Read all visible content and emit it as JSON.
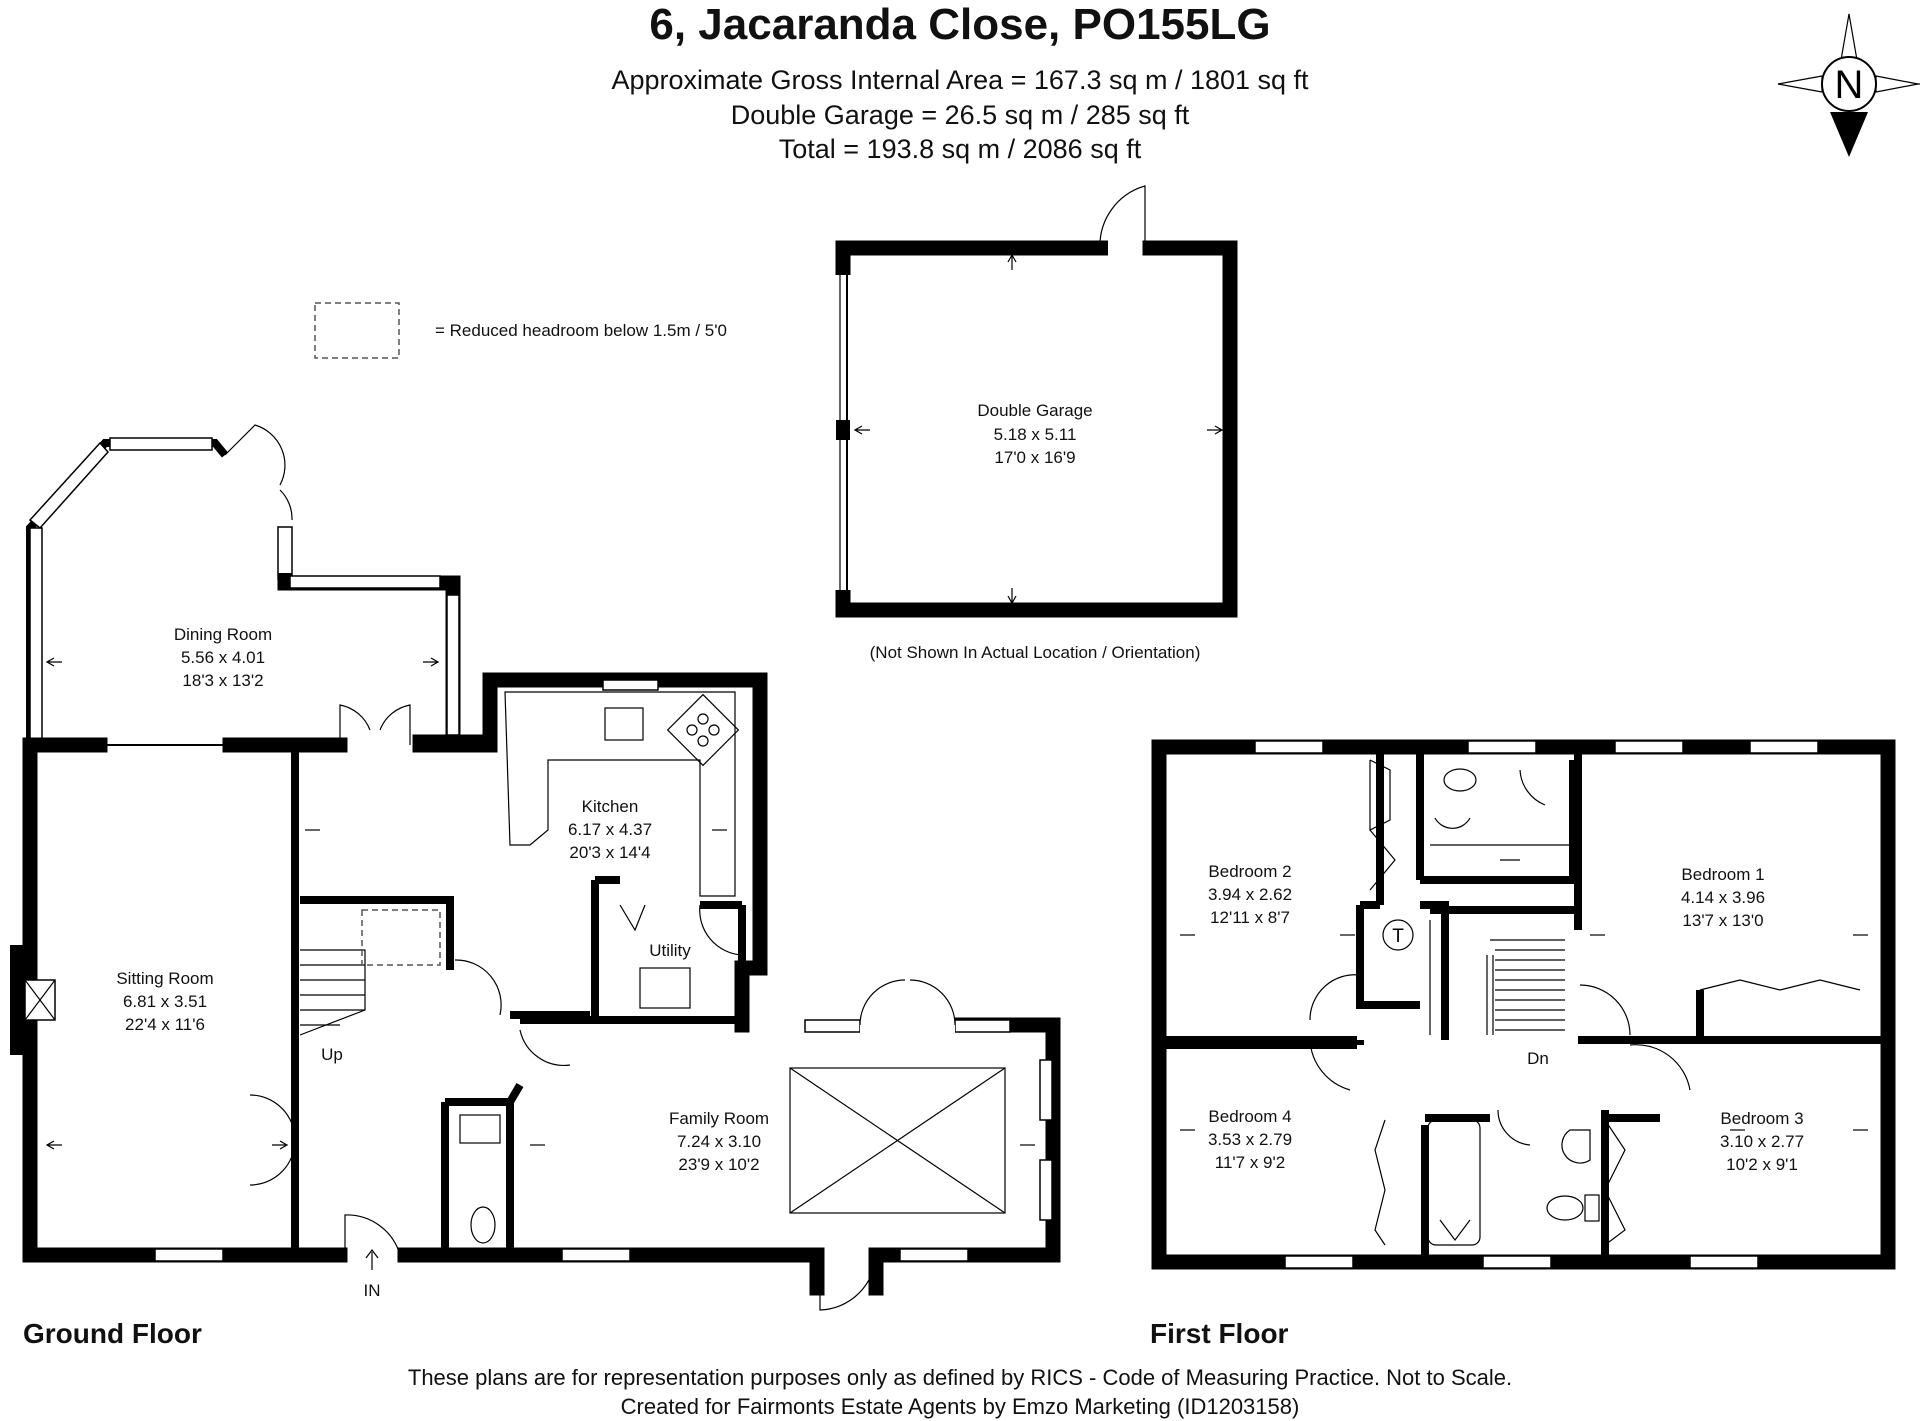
{
  "title": "6, Jacaranda Close, PO155LG",
  "areas": {
    "gross_internal": "Approximate Gross Internal Area = 167.3 sq m / 1801 sq ft",
    "garage": "Double Garage = 26.5 sq m / 285 sq ft",
    "total": "Total = 193.8 sq m / 2086 sq ft"
  },
  "compass": {
    "label": "N",
    "icon": "compass-rose-icon"
  },
  "legend": {
    "text": "= Reduced headroom below 1.5m / 5'0",
    "icon": "dashed-rectangle-icon"
  },
  "garage": {
    "name": "Double Garage",
    "metric": "5.18 x 5.11",
    "imperial": "17'0 x 16'9",
    "note": "(Not Shown In Actual Location / Orientation)"
  },
  "ground_floor": {
    "label": "Ground Floor",
    "rooms": [
      {
        "name": "Dining Room",
        "metric": "5.56 x 4.01",
        "imperial": "18'3 x 13'2"
      },
      {
        "name": "Kitchen",
        "metric": "6.17 x 4.37",
        "imperial": "20'3 x 14'4"
      },
      {
        "name": "Utility"
      },
      {
        "name": "Sitting Room",
        "metric": "6.81 x 3.51",
        "imperial": "22'4 x 11'6"
      },
      {
        "name": "Family Room",
        "metric": "7.24 x 3.10",
        "imperial": "23'9 x 10'2"
      }
    ],
    "stairs_label": "Up",
    "entrance_label": "IN"
  },
  "first_floor": {
    "label": "First Floor",
    "rooms": [
      {
        "name": "Bedroom 2",
        "metric": "3.94 x 2.62",
        "imperial": "12'11 x 8'7"
      },
      {
        "name": "Bedroom 1",
        "metric": "4.14 x 3.96",
        "imperial": "13'7 x 13'0"
      },
      {
        "name": "Bedroom 4",
        "metric": "3.53 x 2.79",
        "imperial": "11'7 x 9'2"
      },
      {
        "name": "Bedroom 3",
        "metric": "3.10 x 2.77",
        "imperial": "10'2 x 9'1"
      }
    ],
    "stairs_label": "Dn",
    "tank_label": "T"
  },
  "footer": {
    "line1": "These plans are for representation purposes only as defined by RICS - Code of Measuring Practice. Not to Scale.",
    "line2": "Created for Fairmonts Estate Agents by Emzo Marketing (ID1203158)"
  }
}
